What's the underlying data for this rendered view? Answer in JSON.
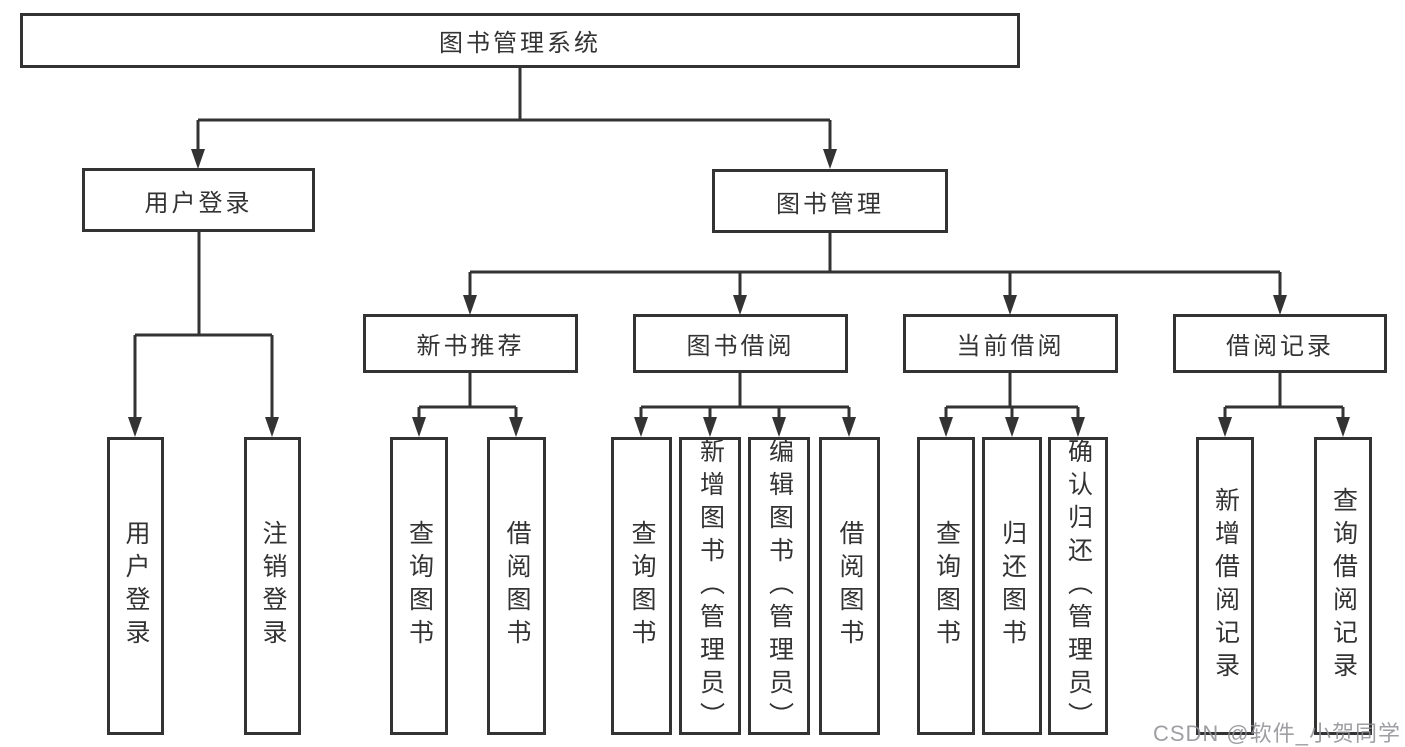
{
  "title": {
    "label": "图书管理系统"
  },
  "level2": [
    {
      "id": "user-login",
      "label": "用户登录"
    },
    {
      "id": "book-management",
      "label": "图书管理"
    }
  ],
  "level3": [
    {
      "id": "new-book-recommend",
      "parent": "book-management",
      "label": "新书推荐"
    },
    {
      "id": "book-borrow",
      "parent": "book-management",
      "label": "图书借阅"
    },
    {
      "id": "current-borrow",
      "parent": "book-management",
      "label": "当前借阅"
    },
    {
      "id": "borrow-records",
      "parent": "book-management",
      "label": "借阅记录"
    }
  ],
  "leaves": [
    {
      "parent": "user-login",
      "label": "用户登录"
    },
    {
      "parent": "user-login",
      "label": "注销登录"
    },
    {
      "parent": "new-book-recommend",
      "label": "查询图书"
    },
    {
      "parent": "new-book-recommend",
      "label": "借阅图书"
    },
    {
      "parent": "book-borrow",
      "label": "查询图书"
    },
    {
      "parent": "book-borrow",
      "label": "新增图书（管理员）"
    },
    {
      "parent": "book-borrow",
      "label": "编辑图书（管理员）"
    },
    {
      "parent": "book-borrow",
      "label": "借阅图书"
    },
    {
      "parent": "current-borrow",
      "label": "查询图书"
    },
    {
      "parent": "current-borrow",
      "label": "归还图书"
    },
    {
      "parent": "current-borrow",
      "label": "确认归还（管理员）"
    },
    {
      "parent": "borrow-records",
      "label": "新增借阅记录"
    },
    {
      "parent": "borrow-records",
      "label": "查询借阅记录"
    }
  ],
  "watermark": {
    "text": "CSDN @软件_小贺同学"
  },
  "colors": {
    "line": "#333333",
    "text": "#333333",
    "background": "#ffffff",
    "watermark": "#8f8f94"
  }
}
